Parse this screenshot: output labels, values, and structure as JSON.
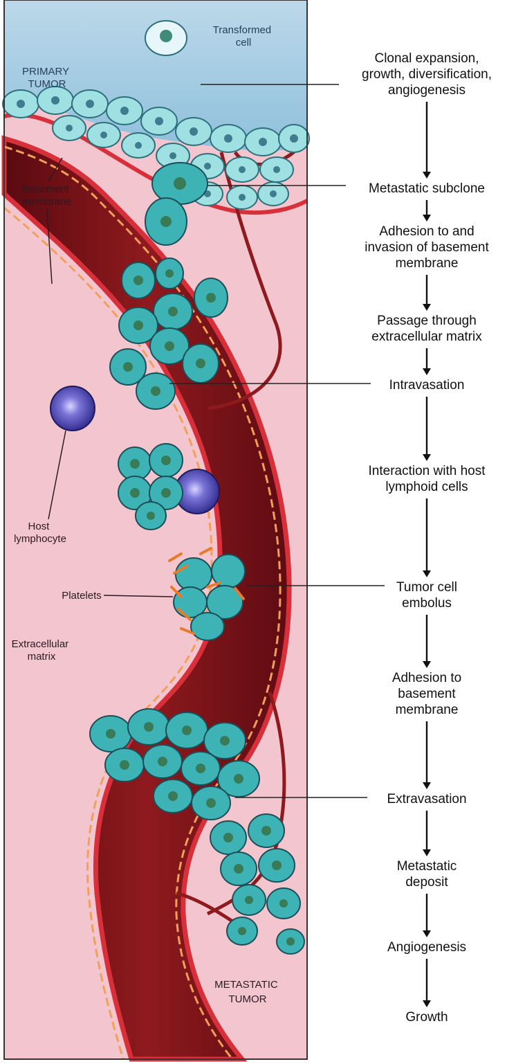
{
  "illustration": {
    "primary_tumor": [
      "PRIMARY",
      "TUMOR"
    ],
    "transformed_cell": [
      "Transformed",
      "cell"
    ],
    "basement_membrane": [
      "Basement",
      "membrane"
    ],
    "host_lymphocyte": [
      "Host",
      "lymphocyte"
    ],
    "platelets": "Platelets",
    "extracellular_matrix": [
      "Extracellular",
      "matrix"
    ],
    "metastatic_tumor": [
      "METASTATIC",
      "TUMOR"
    ]
  },
  "steps": [
    {
      "lines": [
        "Clonal expansion,",
        "growth, diversification,",
        "angiogenesis"
      ]
    },
    {
      "lines": [
        "Metastatic subclone"
      ]
    },
    {
      "lines": [
        "Adhesion to and",
        "invasion of basement",
        "membrane"
      ]
    },
    {
      "lines": [
        "Passage through",
        "extracellular matrix"
      ]
    },
    {
      "lines": [
        "Intravasation"
      ]
    },
    {
      "lines": [
        "Interaction with host",
        "lymphoid cells"
      ]
    },
    {
      "lines": [
        "Tumor cell",
        "embolus"
      ]
    },
    {
      "lines": [
        "Adhesion to",
        "basement",
        "membrane"
      ]
    },
    {
      "lines": [
        "Extravasation"
      ]
    },
    {
      "lines": [
        "Metastatic",
        "deposit"
      ]
    },
    {
      "lines": [
        "Angiogenesis"
      ]
    },
    {
      "lines": [
        "Growth"
      ]
    }
  ],
  "colors": {
    "tumor_top": "#a8cde3",
    "tissue": "#f3c3cd",
    "vessel": "#7a0f16",
    "vessel_edge": "#d8303a",
    "cell_fill": "#3db3b5",
    "cell_nucleus": "#3a7b57",
    "lymphocyte": "#4b44b0",
    "platelet": "#e77b2a"
  }
}
